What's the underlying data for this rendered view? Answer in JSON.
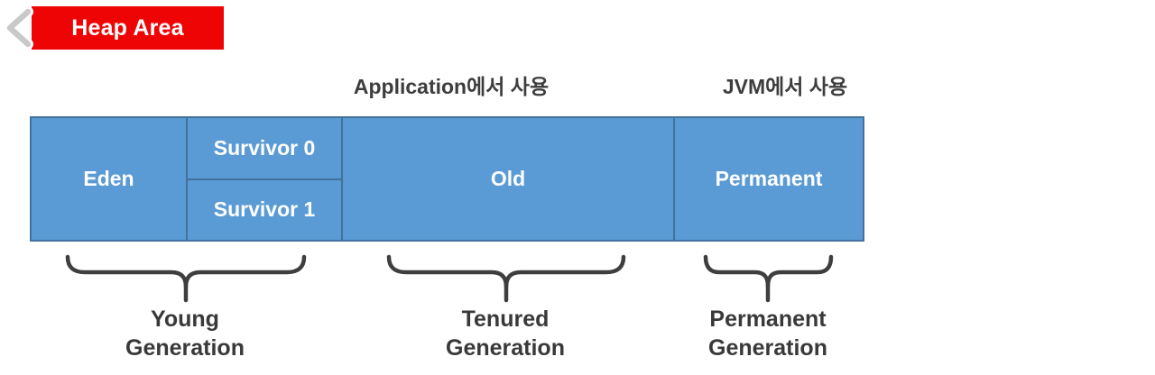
{
  "header": {
    "back_icon": "chevron-left",
    "badge_label": "Heap Area",
    "badge_color": "#ee0404",
    "badge_text_color": "#ffffff"
  },
  "annotations": {
    "application_usage": "Application에서 사용",
    "jvm_usage": "JVM에서 사용"
  },
  "heap_bar": {
    "fill_color": "#5b9bd5",
    "border_color": "#41719c",
    "text_color": "#ffffff",
    "cells": {
      "eden": "Eden",
      "survivor0": "Survivor 0",
      "survivor1": "Survivor 1",
      "old": "Old",
      "permanent": "Permanent"
    }
  },
  "braces": {
    "color": "#3e3e3e",
    "count": 3
  },
  "generations": {
    "young": {
      "line1": "Young",
      "line2": "Generation"
    },
    "tenured": {
      "line1": "Tenured",
      "line2": "Generation"
    },
    "permanent": {
      "line1": "Permanent",
      "line2": "Generation"
    }
  }
}
